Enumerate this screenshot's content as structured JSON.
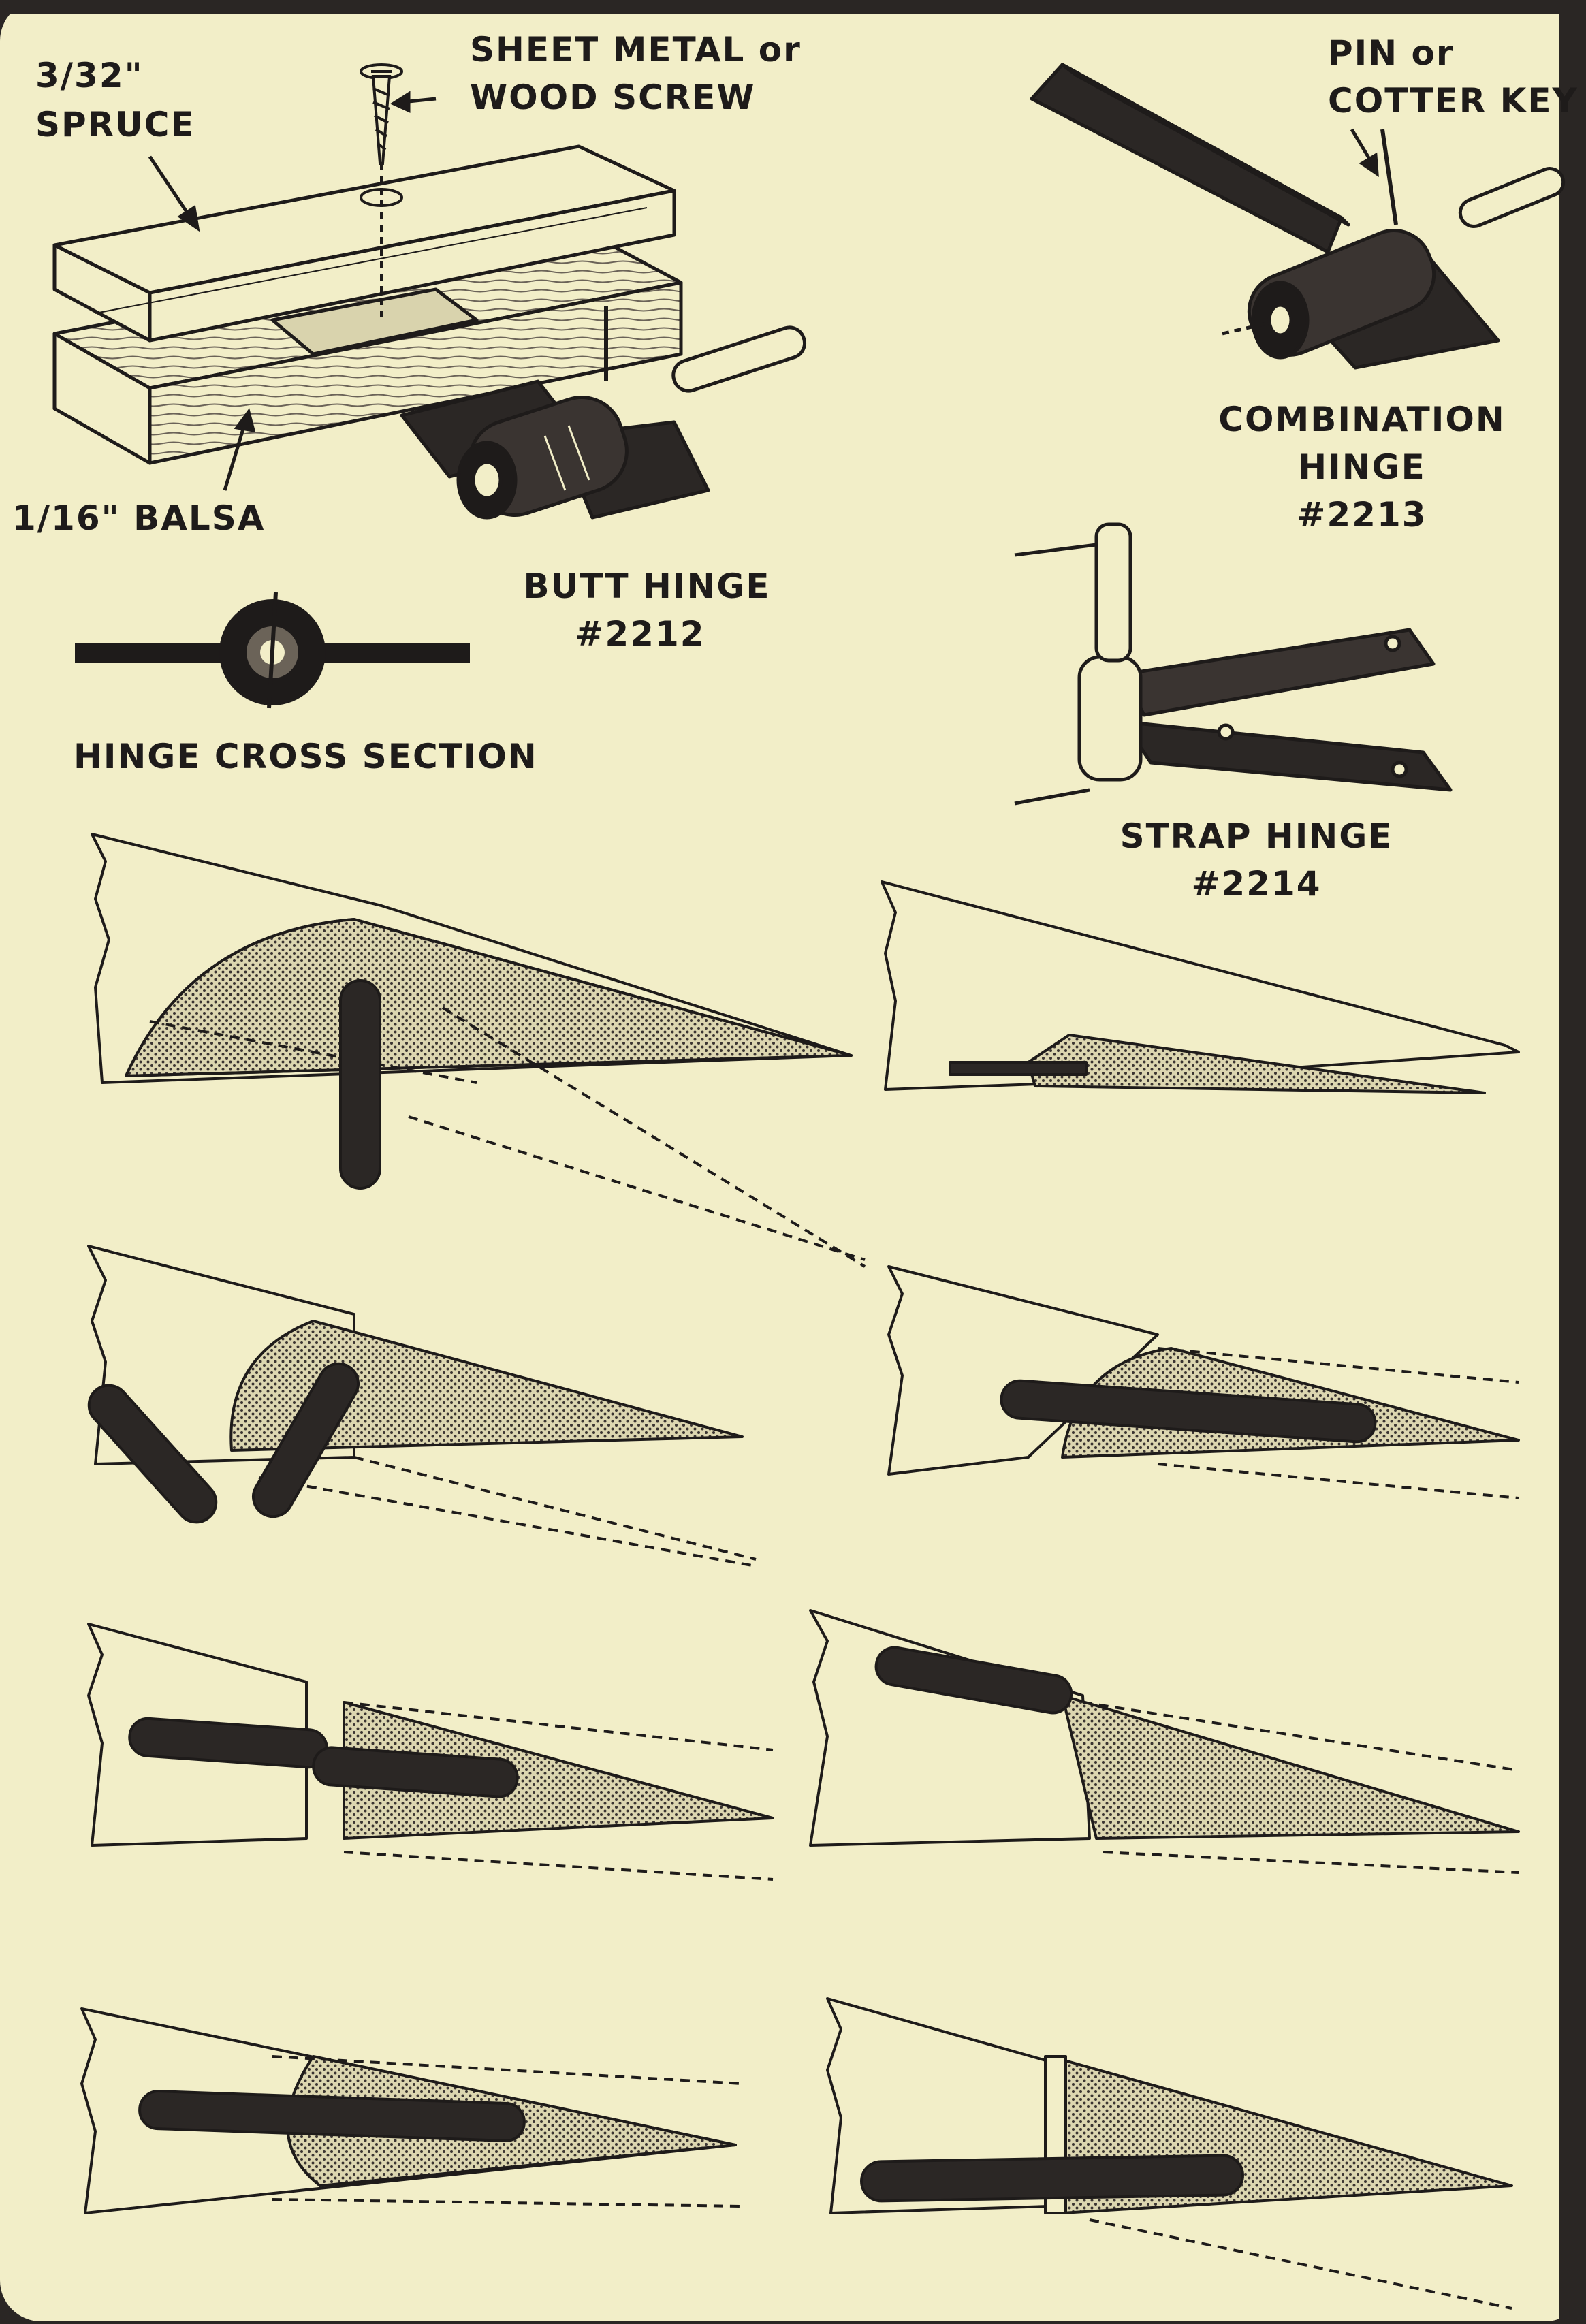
{
  "labels": {
    "spruce_size": "3/32\"",
    "spruce": "SPRUCE",
    "screw_line1": "SHEET METAL or",
    "screw_line2": "WOOD SCREW",
    "balsa": "1/16\" BALSA",
    "pin_line1": "PIN or",
    "pin_line2": "COTTER KEY",
    "combination_line1": "COMBINATION",
    "combination_line2": "HINGE",
    "combination_number": "#2213",
    "butt_line1": "BUTT HINGE",
    "butt_number": "#2212",
    "cross_section": "HINGE CROSS SECTION",
    "strap_line1": "STRAP HINGE",
    "strap_number": "#2214"
  },
  "colors": {
    "paper": "#f2eec8",
    "ink": "#1e1b1a",
    "surface_shade": "#d9d3ad",
    "hinge_metal": "#2b2725",
    "background": "#2a2624"
  },
  "figures": [
    "laminated-wood-block-with-screw",
    "butt-hinge",
    "combination-hinge",
    "hinge-cross-section",
    "strap-hinge",
    "rudder-hinge-detail-1",
    "rudder-hinge-detail-2",
    "rudder-hinge-detail-3",
    "rudder-hinge-detail-4",
    "rudder-hinge-detail-5",
    "rudder-hinge-detail-6",
    "rudder-hinge-detail-7",
    "rudder-hinge-detail-8"
  ]
}
